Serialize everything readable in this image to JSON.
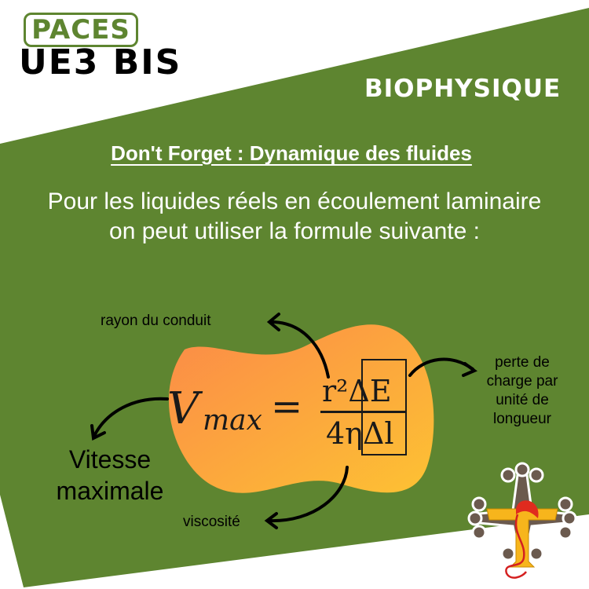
{
  "header": {
    "badge": "PACES",
    "course": "UE3 BIS",
    "subject": "BIOPHYSIQUE"
  },
  "content": {
    "title": "Don't Forget : Dynamique des fluides",
    "intro": "Pour les liquides réels en écoulement laminaire on peut utiliser la formule suivante :"
  },
  "formula": {
    "lhs_symbol": "V",
    "lhs_subscript": "max",
    "equals": "=",
    "numerator": "r²ΔE",
    "denominator": "4ηΔl"
  },
  "annotations": {
    "radius": "rayon du conduit",
    "pressure_loss": "perte de charge par unité de longueur",
    "velocity": "Vitesse maximale",
    "viscosity": "viscosité"
  },
  "colors": {
    "green": "#5e8530",
    "blob_start": "#fb8c47",
    "blob_end": "#fdbd35",
    "white": "#ffffff"
  }
}
